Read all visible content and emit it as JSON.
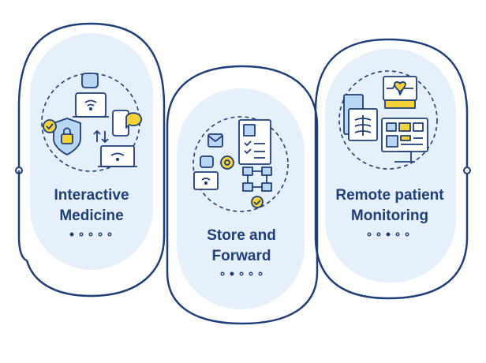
{
  "cards": [
    {
      "line1": "Interactive",
      "line2": "Medicine",
      "icon": "telemedicine-doctor-icon"
    },
    {
      "line1": "Store and",
      "line2": "Forward",
      "icon": "store-forward-records-icon"
    },
    {
      "line1": "Remote patient",
      "line2": "Monitoring",
      "icon": "remote-monitoring-devices-icon"
    }
  ],
  "colors": {
    "outline": "#1e3f7a",
    "card_fill": "#e6f0fb",
    "accent_blue": "#b9d6f2",
    "accent_yellow": "#f5d23a",
    "text": "#1e3f7a"
  }
}
